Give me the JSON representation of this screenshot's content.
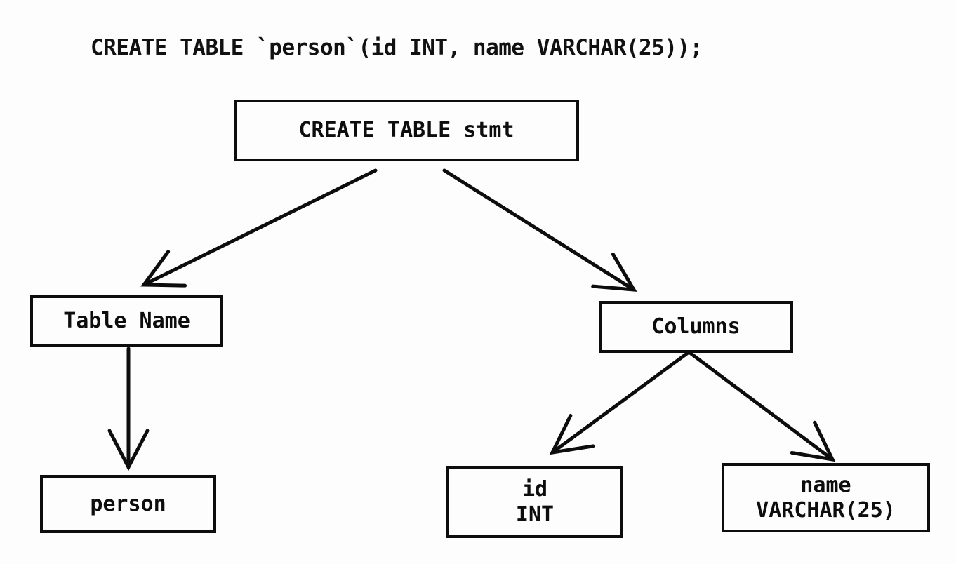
{
  "sql_statement": "CREATE TABLE `person`(id INT, name VARCHAR(25));",
  "diagram": {
    "type": "parse-tree",
    "nodes": {
      "stmt": {
        "label": "CREATE TABLE stmt"
      },
      "table_name": {
        "label": "Table Name"
      },
      "columns": {
        "label": "Columns"
      },
      "person": {
        "label": "person"
      },
      "col_id": {
        "line1": "id",
        "line2": "INT"
      },
      "col_name": {
        "line1": "name",
        "line2": "VARCHAR(25)"
      }
    },
    "edges": [
      {
        "from": "stmt",
        "to": "table_name"
      },
      {
        "from": "stmt",
        "to": "columns"
      },
      {
        "from": "table_name",
        "to": "person"
      },
      {
        "from": "columns",
        "to": "col_id"
      },
      {
        "from": "columns",
        "to": "col_name"
      }
    ],
    "colors": {
      "ink": "#0d0d0d",
      "background": "#fdfdfd"
    }
  }
}
